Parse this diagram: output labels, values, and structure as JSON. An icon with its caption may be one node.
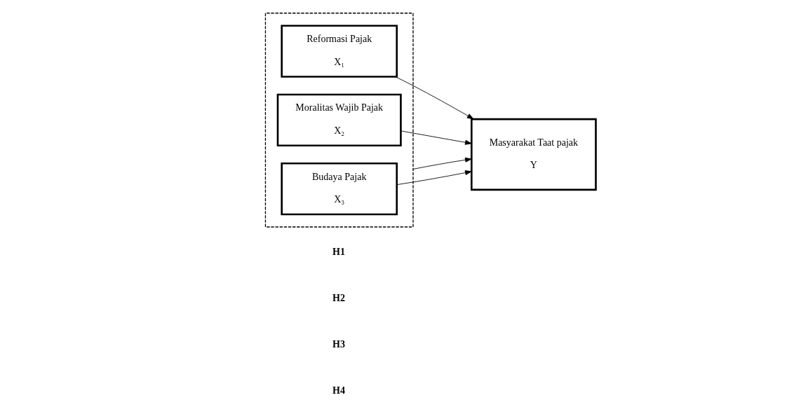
{
  "diagram": {
    "nodes": [
      {
        "text": [],
        "shape": "box"
      },
      {
        "text": [
          "Reformasi Pajak",
          "X₁"
        ],
        "in": 0
      },
      {
        "text": [
          "Moralitas Wajib Pajak",
          "X₂"
        ],
        "in": 0
      },
      {
        "text": [
          "Budaya Pajak",
          "X₃"
        ],
        "in": 0
      },
      {
        "text": [
          "Masyarakat Taat pajak",
          "Y"
        ]
      }
    ],
    "edges": [
      {
        "from": 1,
        "to": 4,
        "arrow": "to"
      },
      {
        "from": 2,
        "to": 4,
        "arrow": "to"
      },
      {
        "from": 3,
        "to": 4,
        "arrow": "to"
      },
      {
        "from": 0,
        "to": 4,
        "arrow": "to"
      }
    ],
    "labels": [
      "H1",
      "H2",
      "H3",
      "H4"
    ]
  }
}
